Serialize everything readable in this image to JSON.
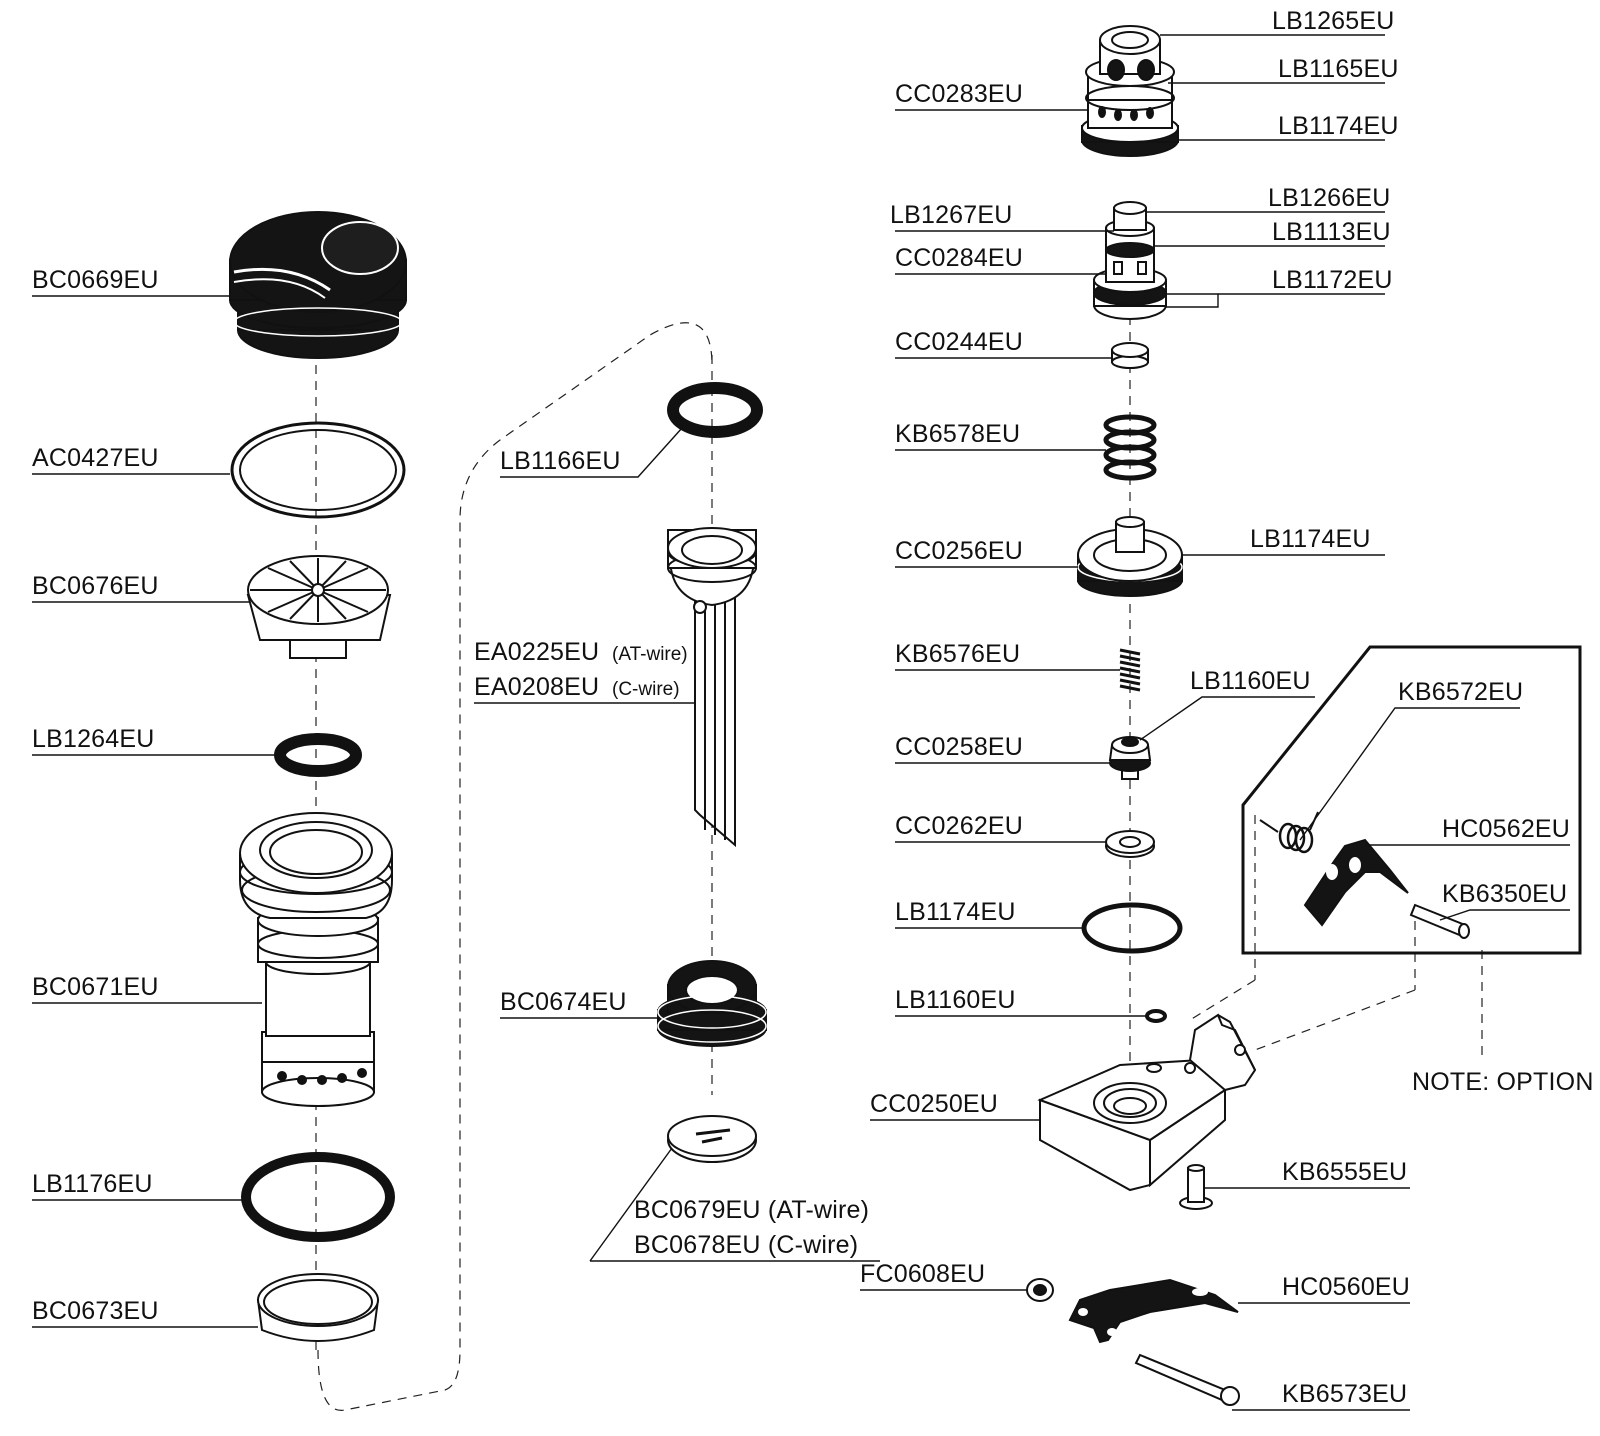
{
  "labels": {
    "BC0669EU": "BC0669EU",
    "AC0427EU": "AC0427EU",
    "BC0676EU": "BC0676EU",
    "LB1264EU": "LB1264EU",
    "BC0671EU": "BC0671EU",
    "LB1176EU": "LB1176EU",
    "BC0673EU": "BC0673EU",
    "LB1166EU": "LB1166EU",
    "EA0225EU": "EA0225EU",
    "EA0225EU_note": "(AT-wire)",
    "EA0208EU": "EA0208EU",
    "EA0208EU_note": "(C-wire)",
    "BC0674EU": "BC0674EU",
    "BC0679EU": "BC0679EU (AT-wire)",
    "BC0678EU": "BC0678EU (C-wire)",
    "CC0283EU": "CC0283EU",
    "LB1265EU": "LB1265EU",
    "LB1165EU": "LB1165EU",
    "LB1174EU_top": "LB1174EU",
    "LB1267EU": "LB1267EU",
    "LB1266EU": "LB1266EU",
    "CC0284EU": "CC0284EU",
    "LB1113EU": "LB1113EU",
    "LB1172EU": "LB1172EU",
    "CC0244EU": "CC0244EU",
    "KB6578EU": "KB6578EU",
    "CC0256EU": "CC0256EU",
    "LB1174EU_mid": "LB1174EU",
    "KB6576EU": "KB6576EU",
    "LB1160EU_top": "LB1160EU",
    "CC0258EU": "CC0258EU",
    "CC0262EU": "CC0262EU",
    "LB1174EU_low": "LB1174EU",
    "LB1160EU_low": "LB1160EU",
    "CC0250EU": "CC0250EU",
    "KB6555EU": "KB6555EU",
    "FC0608EU": "FC0608EU",
    "HC0560EU": "HC0560EU",
    "KB6573EU": "KB6573EU",
    "KB6572EU": "KB6572EU",
    "HC0562EU": "HC0562EU",
    "KB6350EU": "KB6350EU",
    "note_option": "NOTE: OPTION"
  }
}
